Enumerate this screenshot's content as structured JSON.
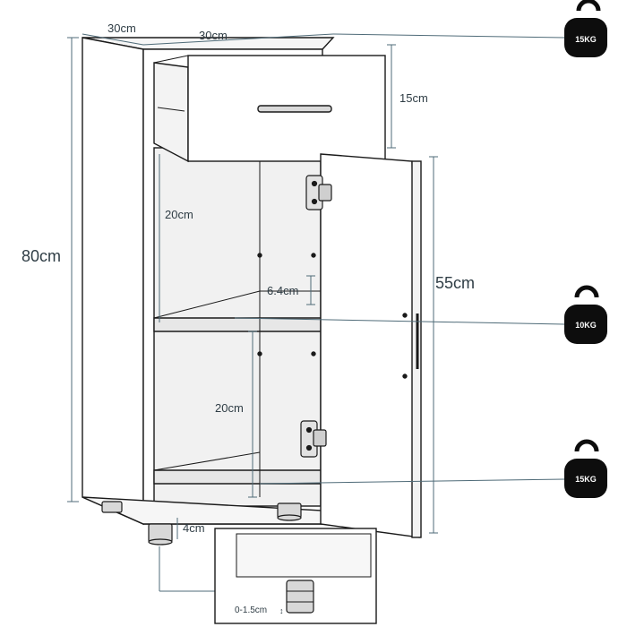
{
  "dimensions": {
    "depth_top": "30cm",
    "width_top": "30cm",
    "height_total": "80cm",
    "drawer_height": "15cm",
    "upper_shelf_gap": "20cm",
    "shelf_adjust": "6.4cm",
    "door_height": "55cm",
    "lower_shelf_gap": "20cm",
    "leg_height": "4cm",
    "leg_adjust": "0-1.5cm"
  },
  "loads": [
    {
      "label": "15KG"
    },
    {
      "label": "10KG"
    },
    {
      "label": "15KG"
    }
  ],
  "colors": {
    "line": "#1a1a1a",
    "dim_line": "#4f6b78",
    "dim_text": "#2f3d45",
    "weight_fill": "#0d0d0d",
    "cabinet_fill": "#ffffff",
    "shade": "#f1f1f1"
  }
}
